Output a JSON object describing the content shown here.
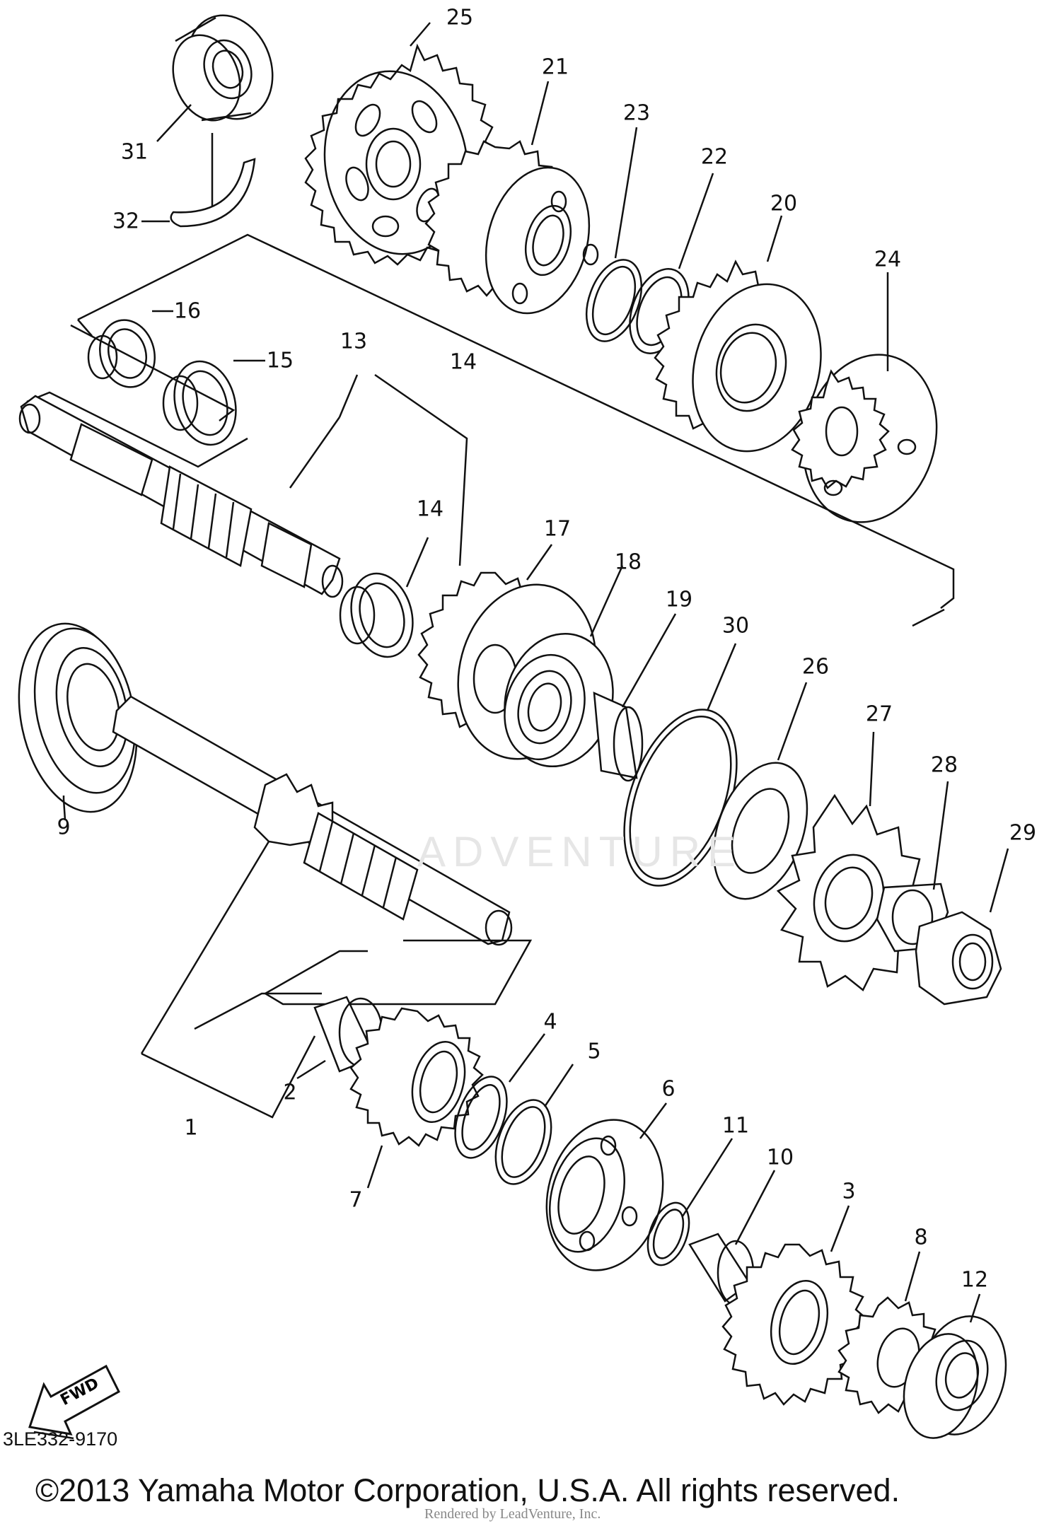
{
  "diagram": {
    "code": "3LE332-9170",
    "copyright": "©2013 Yamaha Motor Corporation, U.S.A. All rights reserved.",
    "rendered_by": "Rendered by LeadVenture, Inc.",
    "watermark": "ADVENTURE",
    "direction_arrow": "FWD"
  },
  "callouts": [
    "25",
    "31",
    "21",
    "23",
    "32",
    "22",
    "20",
    "24",
    "16",
    "13",
    "15",
    "14",
    "14",
    "17",
    "18",
    "19",
    "30",
    "26",
    "27",
    "9",
    "28",
    "29",
    "4",
    "5",
    "6",
    "2",
    "1",
    "11",
    "10",
    "3",
    "7",
    "8",
    "12"
  ]
}
